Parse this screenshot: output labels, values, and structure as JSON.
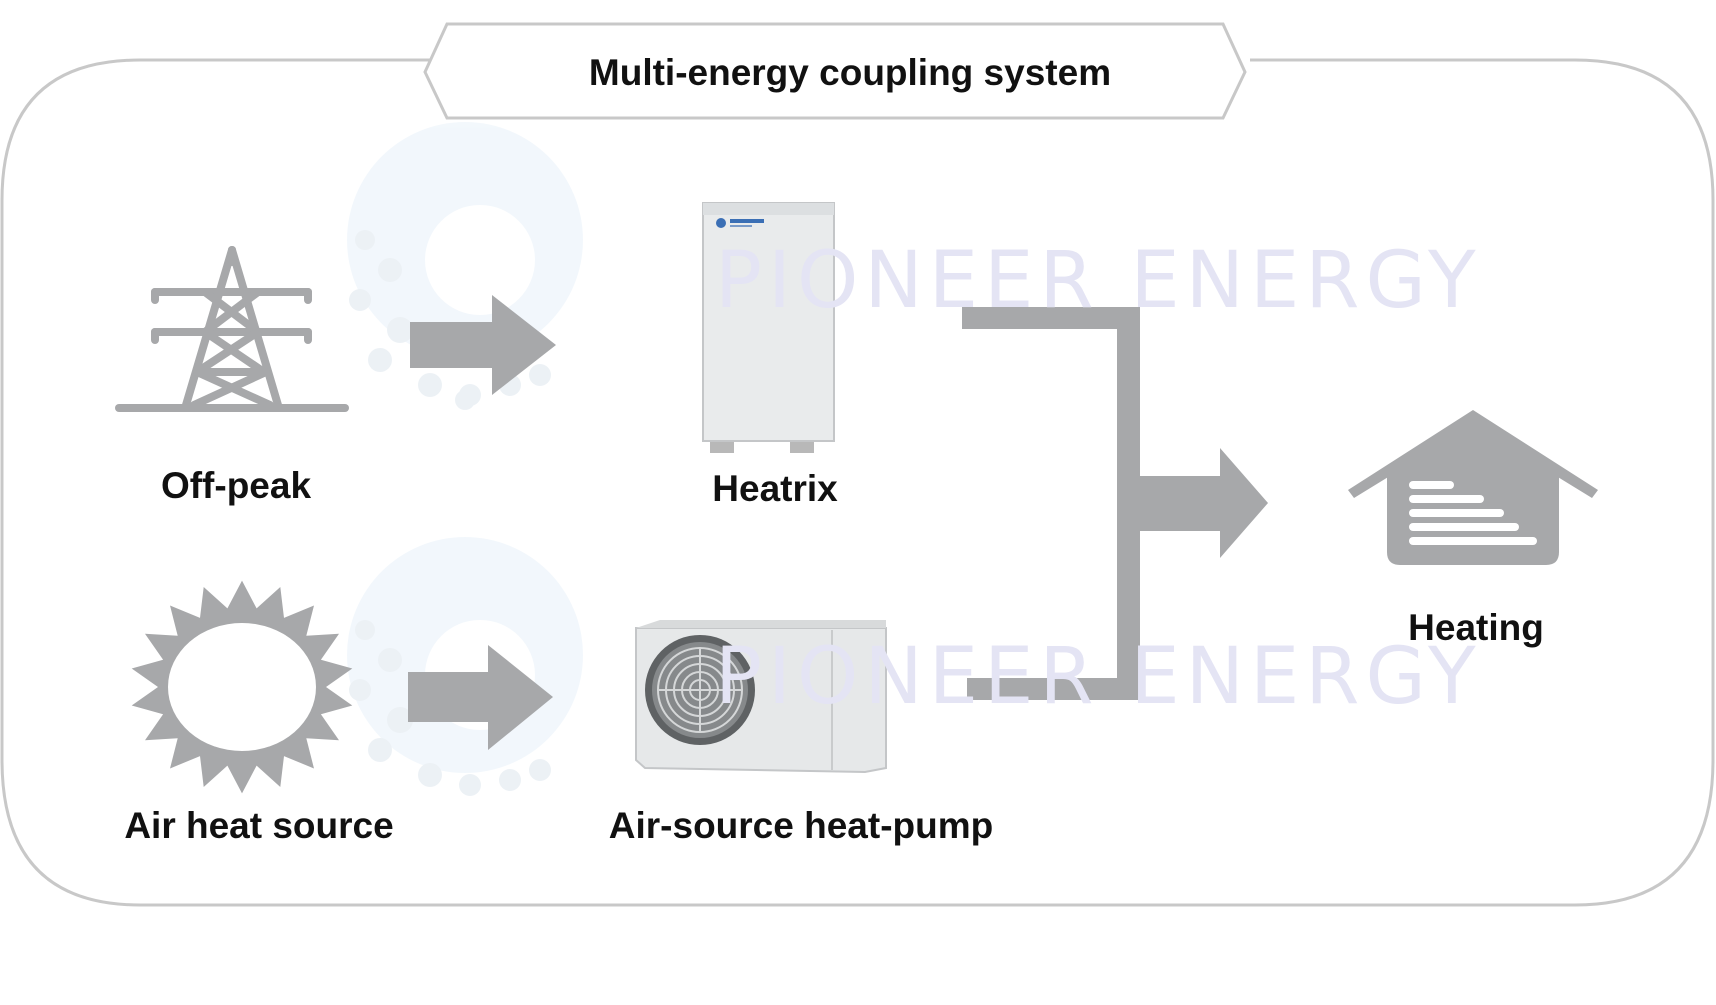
{
  "title": "Multi-energy coupling system",
  "watermark": "PIONEER ENERGY",
  "nodes": {
    "off_peak": "Off-peak",
    "heatrix": "Heatrix",
    "air_heat_source": "Air heat source",
    "air_source_heat_pump": "Air-source heat-pump",
    "heating": "Heating"
  },
  "colors": {
    "icon_gray": "#a7a8aa",
    "frame_gray": "#c8c8c8",
    "watermark": "#e4e4f4"
  }
}
